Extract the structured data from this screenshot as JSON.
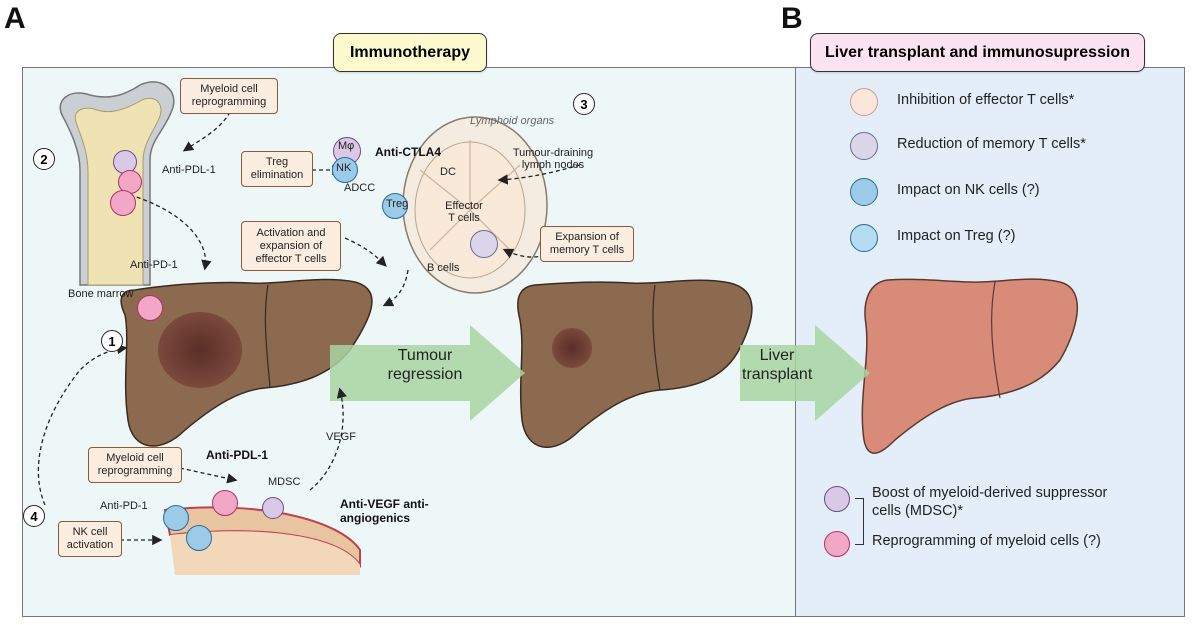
{
  "panels": {
    "a": {
      "letter": "A",
      "title": "Immunotherapy",
      "step_numbers": [
        "1",
        "2",
        "3",
        "4"
      ],
      "notes": {
        "myeloid_top": "Myeloid cell reprogramming",
        "treg_elimination": "Treg elimination",
        "activation_expansion": "Activation and expansion of effector T cells",
        "expansion_memory": "Expansion of memory T cells",
        "myeloid_bottom": "Myeloid cell reprogramming",
        "nk_activation": "NK cell activation"
      },
      "labels": {
        "anti_pdl1_top": "Anti-PDL-1",
        "anti_pd1_top": "Anti-PD-1",
        "bone_marrow": "Bone marrow",
        "lymphoid_organs": "Lymphoid organs",
        "mo": "Mφ",
        "nk": "NK",
        "adcc": "ADCC",
        "treg": "Treg",
        "anti_ctla4": "Anti-CTLA4",
        "dc": "DC",
        "tdln": "Tumour-draining lymph nodes",
        "effector_t": "Effector T cells",
        "b_cells": "B cells",
        "tumour_regression": "Tumour regression",
        "vegf": "VEGF",
        "anti_pdl1_bottom": "Anti-PDL-1",
        "mdsc": "MDSC",
        "anti_pd1_bottom": "Anti-PD-1",
        "anti_vegf": "Anti-VEGF anti-angiogenics",
        "liver_transplant": "Liver transplant"
      }
    },
    "b": {
      "letter": "B",
      "title": "Liver transplant and immunosupression",
      "legend": [
        {
          "icon": "effector-t-cell-icon",
          "text": "Inhibition of effector T cells*"
        },
        {
          "icon": "memory-t-cell-icon",
          "text": "Reduction  of memory T cells*"
        },
        {
          "icon": "nk-cell-icon",
          "text": "Impact on NK cells (?)"
        },
        {
          "icon": "treg-cell-icon",
          "text": "Impact on Treg (?)"
        }
      ],
      "myeloid_legend": [
        {
          "icon": "mdsc-cell-icon",
          "text": "Boost of myeloid-derived suppressor cells (MDSC)*"
        },
        {
          "icon": "myeloid-cell-icon",
          "text": "Reprogramming of myeloid cells (?)"
        }
      ]
    }
  },
  "colors": {
    "panel_a_bg": "#eef7f7",
    "panel_b_bg": "#e3eef8",
    "title_a_bg": "#fdf9cf",
    "title_b_bg": "#fbe3f1",
    "liver_diseased": "#8b6a4f",
    "liver_healthy": "#d98b7a",
    "arrow_green": "#a8d5a2",
    "note_bg": "#fbeee0"
  }
}
